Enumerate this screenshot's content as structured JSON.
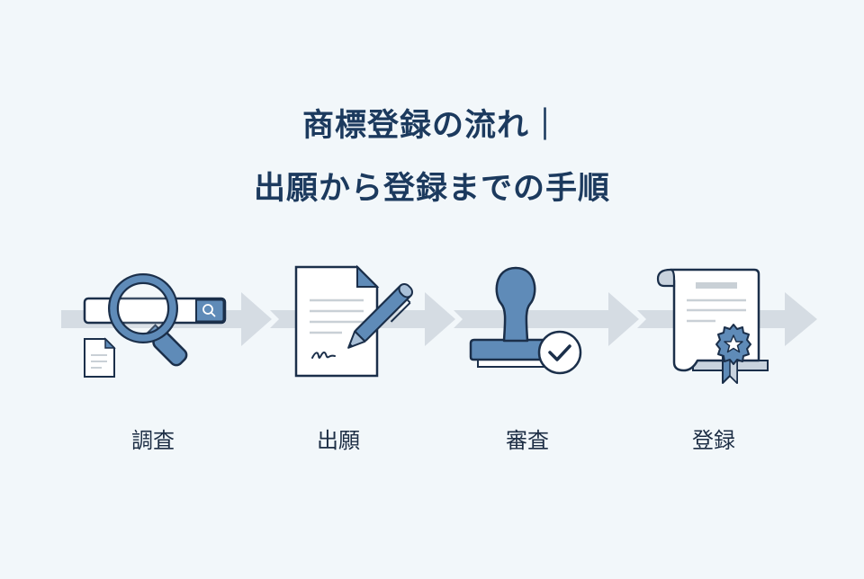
{
  "title": {
    "line1": "商標登録の流れ｜",
    "line2": "出願から登録までの手順"
  },
  "colors": {
    "background": "#f2f7fa",
    "title_text": "#1c3a5e",
    "icon_fill": "#5f8bb8",
    "icon_stroke": "#1b2f4a",
    "arrow": "#d5dce3",
    "paper": "#ffffff",
    "paper_lines": "#c9d0d6"
  },
  "steps": [
    {
      "label": "調査",
      "icon": "search-magnifier-icon"
    },
    {
      "label": "出願",
      "icon": "document-pen-icon"
    },
    {
      "label": "審査",
      "icon": "stamp-check-icon"
    },
    {
      "label": "登録",
      "icon": "certificate-ribbon-icon"
    }
  ]
}
